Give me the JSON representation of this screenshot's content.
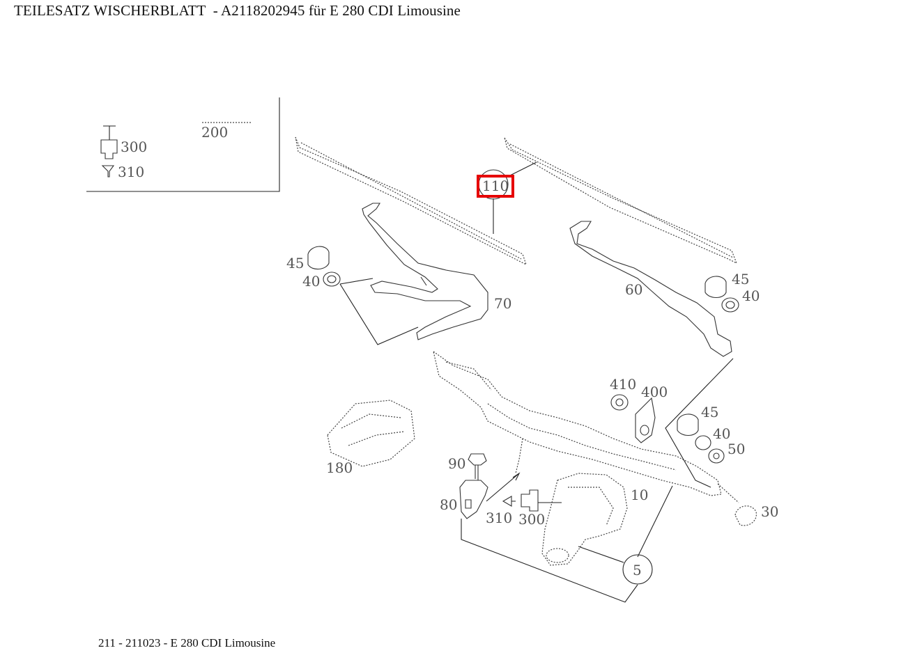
{
  "page": {
    "title": "TEILESATZ WISCHERBLATT  - A2118202945 für E 280 CDI Limousine",
    "footer": "211 - 211023 - E 280 CDI Limousine"
  },
  "highlight_color": "#e60000",
  "inset": {
    "labels": [
      "200",
      "300",
      "310"
    ]
  },
  "callouts": {
    "c110": "110",
    "c45a": "45",
    "c40a": "40",
    "c70": "70",
    "c60": "60",
    "c45b": "45",
    "c40b": "40",
    "c410": "410",
    "c400": "400",
    "c45c": "45",
    "c40c": "40",
    "c50": "50",
    "c180": "180",
    "c90": "90",
    "c80": "80",
    "c310": "310",
    "c300": "300",
    "c10": "10",
    "c30": "30",
    "c5": "5"
  },
  "selected_part": "110"
}
